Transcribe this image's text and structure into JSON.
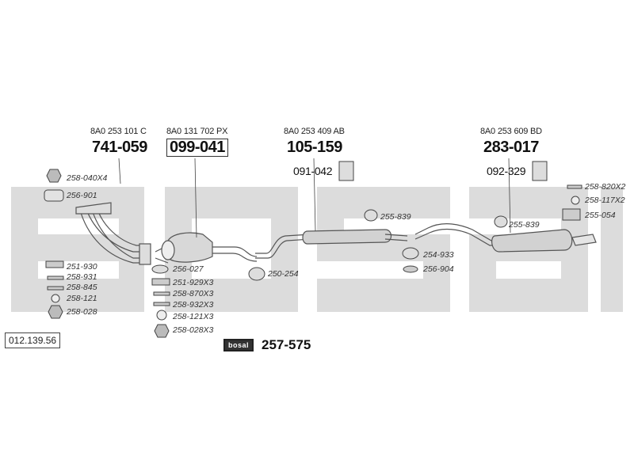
{
  "reference_number": "012.139.56",
  "watermark_text": "bosal",
  "assembly_parts": [
    {
      "oe": "8A0 253 101 C",
      "part": "741-059",
      "boxed": false
    },
    {
      "oe": "8A0 131 702 PX",
      "part": "099-041",
      "boxed": true
    },
    {
      "oe": "8A0 253 409 AB",
      "part": "105-159",
      "boxed": false
    },
    {
      "oe": "8A0 253 609 BD",
      "part": "283-017",
      "boxed": false
    }
  ],
  "hanger_refs": {
    "mid": "091-042",
    "rear": "092-329"
  },
  "left_parts": [
    "258-040X4",
    "256-901",
    "251-930",
    "258-931",
    "258-845",
    "258-121",
    "258-028"
  ],
  "cat_parts": [
    "256-027",
    "251-929X3",
    "258-870X3",
    "258-932X3",
    "258-121X3",
    "258-028X3"
  ],
  "mid_parts": [
    "250-254",
    "255-839",
    "254-933",
    "256-904"
  ],
  "rear_parts": [
    "255-839",
    "258-820X2",
    "258-117X2",
    "255-054"
  ],
  "mounting_kit": {
    "badge": "bosal",
    "part": "257-575"
  },
  "colors": {
    "watermark": "#d9d9d9",
    "line": "#555555",
    "part": "#cccccc"
  }
}
